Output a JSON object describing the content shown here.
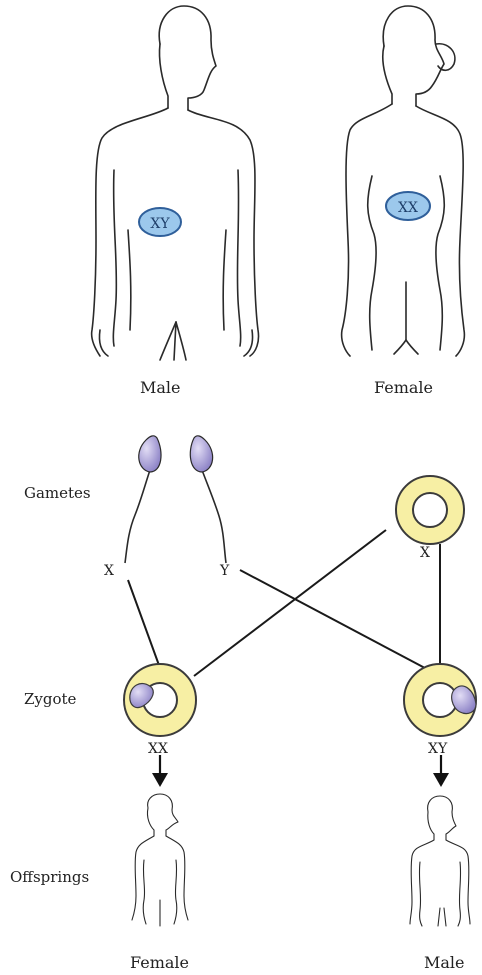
{
  "labels": {
    "male_parent": "Male",
    "female_parent": "Female",
    "male_chromosomes": "XY",
    "female_chromosomes": "XX",
    "gametes": "Gametes",
    "sperm_x": "X",
    "sperm_y": "Y",
    "egg_x": "X",
    "zygote": "Zygote",
    "zygote_female": "XX",
    "zygote_male": "XY",
    "offsprings": "Offsprings",
    "female_offspring": "Female",
    "male_offspring": "Male"
  },
  "colors": {
    "outline": "#2a2a2a",
    "nucleus_fill": "#9cc8ec",
    "nucleus_stroke": "#2f5f9a",
    "egg_fill": "#f7efa4",
    "egg_stroke": "#3b3b3b",
    "sperm_head": "#a9a0d6"
  }
}
